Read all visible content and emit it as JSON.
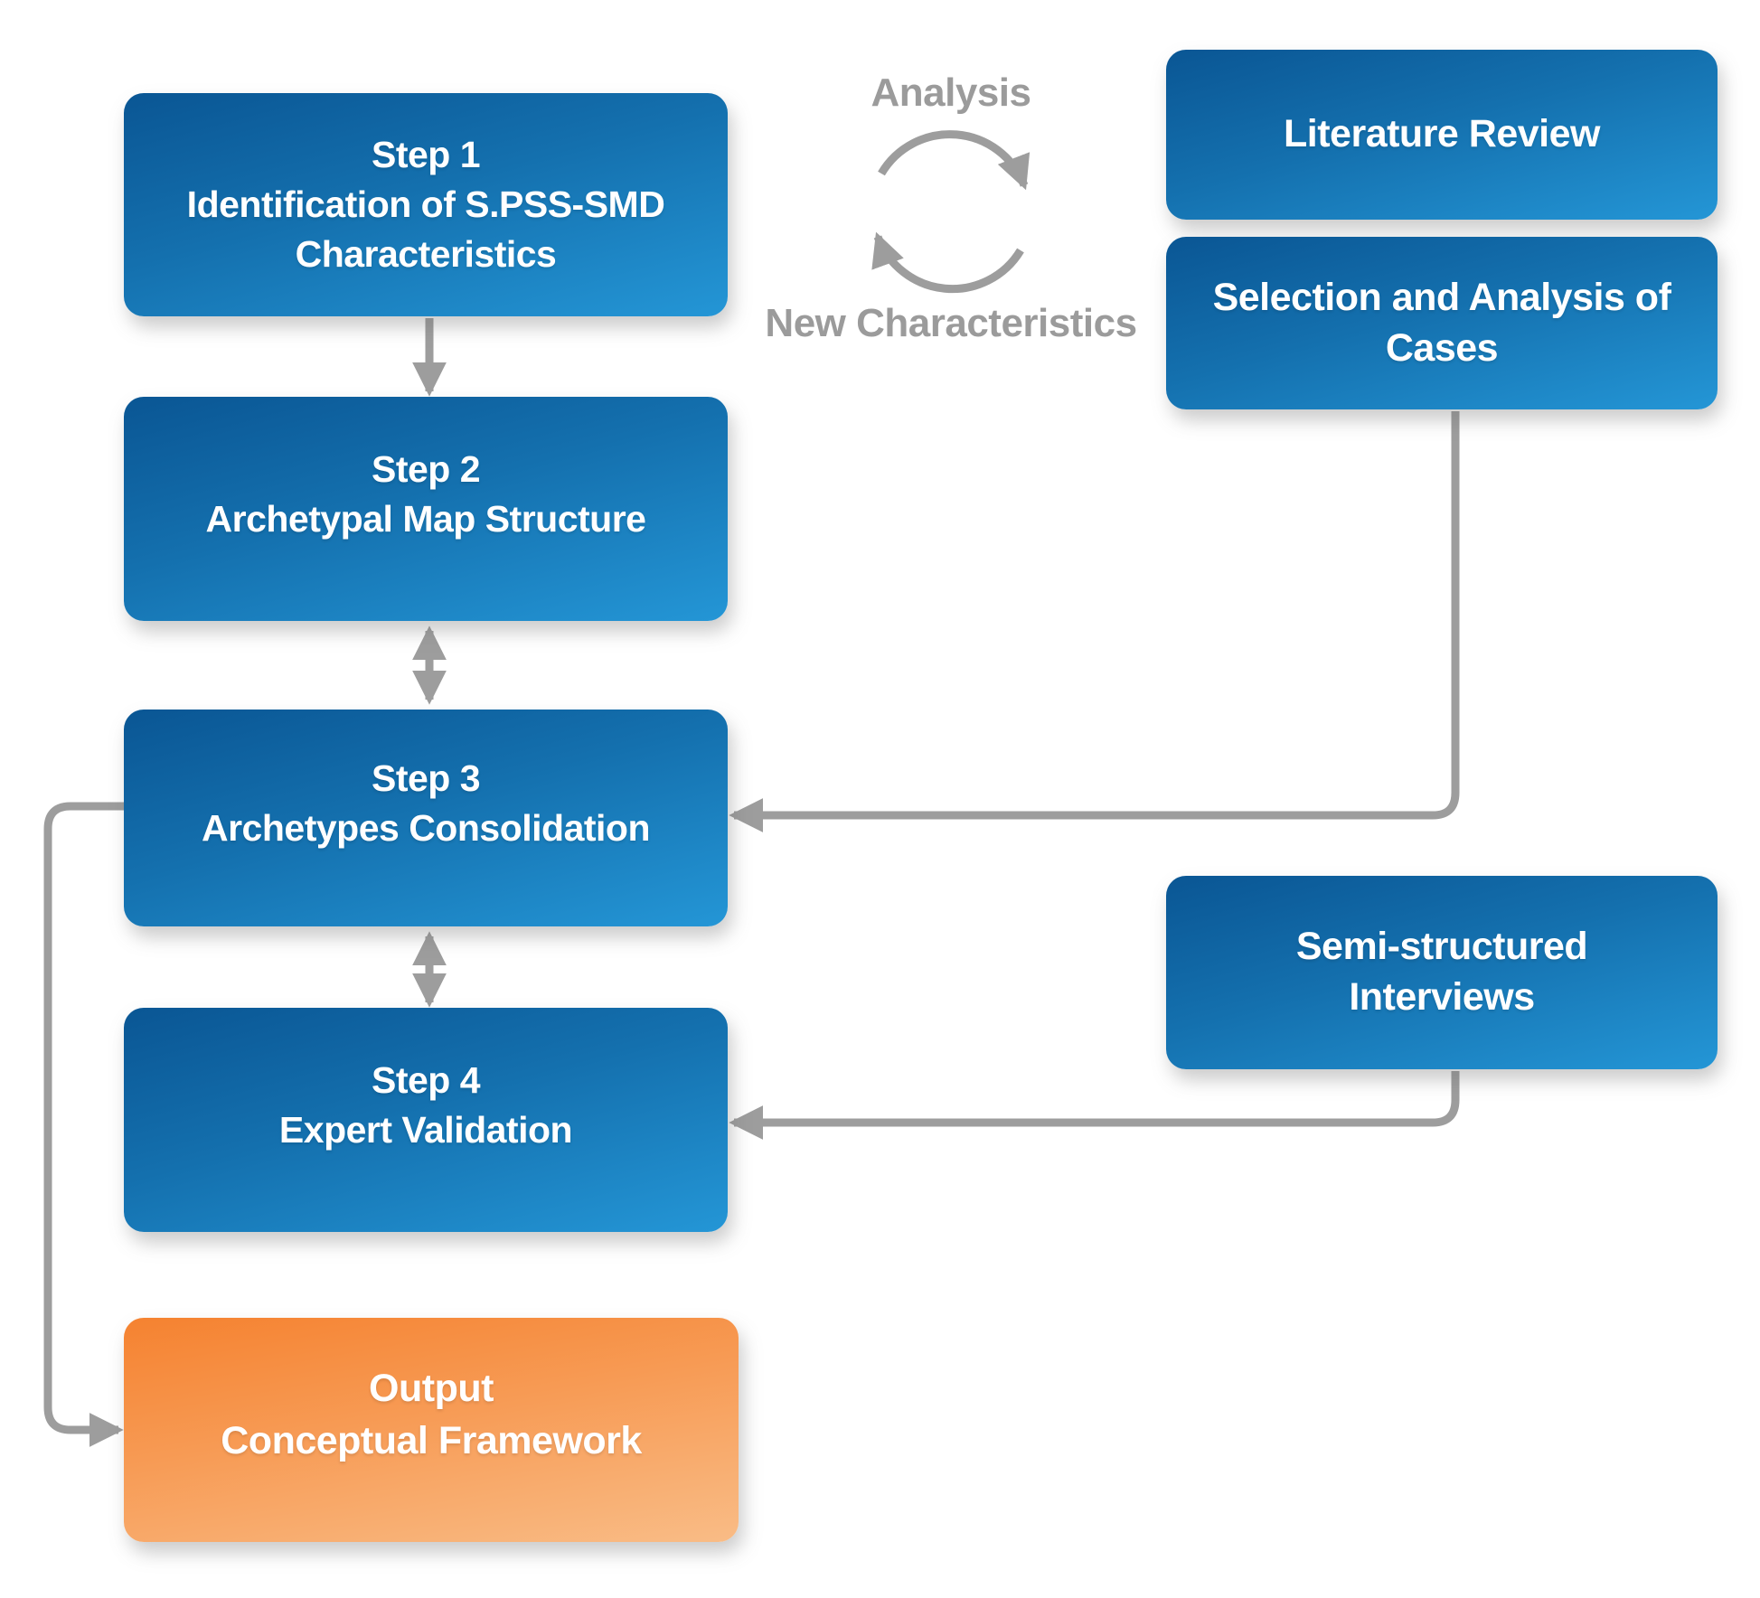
{
  "figure": {
    "type": "flowchart",
    "background": "#ffffff"
  },
  "colors": {
    "box_blue_top": "#0a5694",
    "box_blue_bottom": "#2496d6",
    "box_orange_top": "#f58230",
    "box_orange_bottom": "#f9bc86",
    "connector_gray": "#9d9d9d",
    "label_gray": "#9b9b9b",
    "box_text": "#ffffff"
  },
  "steps": [
    {
      "title": "Step 1",
      "lines": [
        "Identification of S.PSS-SMD",
        "Characteristics"
      ]
    },
    {
      "title": "Step 2",
      "lines": [
        "Archetypal Map Structure"
      ]
    },
    {
      "title": "Step 3",
      "lines": [
        "Archetypes Consolidation"
      ]
    },
    {
      "title": "Step 4",
      "lines": [
        "Expert Validation"
      ]
    }
  ],
  "output": {
    "title": "Output",
    "lines": [
      "Conceptual Framework"
    ]
  },
  "inputs": [
    {
      "label_lines": [
        "Literature Review"
      ]
    },
    {
      "label_lines": [
        "Selection and Analysis of",
        "Cases"
      ]
    },
    {
      "label_lines": [
        "Semi-structured",
        "Interviews"
      ]
    }
  ],
  "cycle": {
    "top_label": "Analysis",
    "bottom_label": "New Characteristics"
  }
}
